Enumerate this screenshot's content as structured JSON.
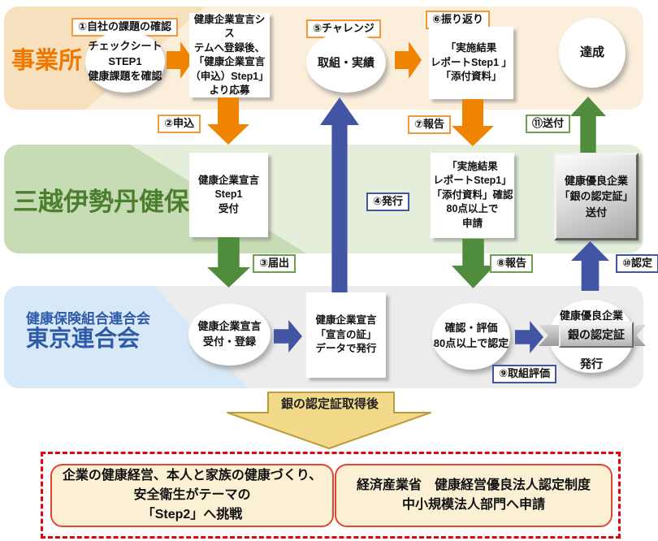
{
  "rows": {
    "office": {
      "label": "事業所"
    },
    "kenpo": {
      "label": "三越伊勢丹健保"
    },
    "rengokai": {
      "small": "健康保険組合連合会",
      "large": "東京連合会"
    }
  },
  "labels": {
    "l1": "①自社の課題の確認",
    "l2": "②申込",
    "l3": "③届出",
    "l4": "④発行",
    "l5": "⑤チャレンジ",
    "l6": "⑥振り返り",
    "l7": "⑦報告",
    "l8": "⑧報告",
    "l9": "⑨取組評価",
    "l10": "⑩認定",
    "l11": "⑪送付"
  },
  "nodes": {
    "check_sheet": "チェックシート\nSTEP1\n健康課題を確認",
    "apply_box": "健康企業宣言シス\nテムへ登録後、\n「健康企業宣言\n（申込）Step1」\nより応募",
    "effort": "取組・実績",
    "report_top": "「実施結果\nレポートStep1 」\n「添付資料」",
    "achieved": "達成",
    "step1_accept": "健康企業宣言\nStep1\n受付",
    "report_check": "「実施結果\nレポートStep1」\n「添付資料」確認\n80点以上で\n申請",
    "silver_send": "健康優良企業\n「銀の認定証」\n送付",
    "accept_register": "健康企業宣言\n受付・登録",
    "proof_issue": "健康企業宣言\n「宣言の証」\nデータで発行",
    "confirm_evaluate": "確認・評価\n80点以上で認定",
    "silver_top": "健康優良企業",
    "silver_ribbon": "銀の認定証",
    "silver_bottom": "発行"
  },
  "banner": {
    "text": "銀の認定証取得後"
  },
  "bottom": {
    "left_box": "企業の健康経営、本人と家族の健康づくり、\n安全衛生がテーマの\n「Step2」へ挑戦",
    "right_box": "経済産業省　健康経営優良法人認定制度\n中小規模法人部門へ申請"
  },
  "colors": {
    "orange_arrow": "#F08300",
    "orange_label_border": "#F2993B",
    "green_arrow": "#4F8D3D",
    "green_label_border": "#6E9E53",
    "blue_arrow": "#4254A4",
    "office_text": "#F07800",
    "kenpo_text": "#4C7E2F",
    "rengokai_text": "#2E5AA8",
    "band1_dark": "#F7E0BD",
    "band1_light": "#FBEFDC",
    "band2_dark": "#C7DCB4",
    "band2_light": "#E4EEDA",
    "band3_blue": "#D7E9F8",
    "band3_gray": "#ECECEC",
    "banner_fill": "#F3DA8A",
    "banner_border": "#BE9B3A",
    "dashed_red": "#E60012",
    "cream_bg": "#FBEFD4",
    "cream_border": "#E2462F"
  }
}
